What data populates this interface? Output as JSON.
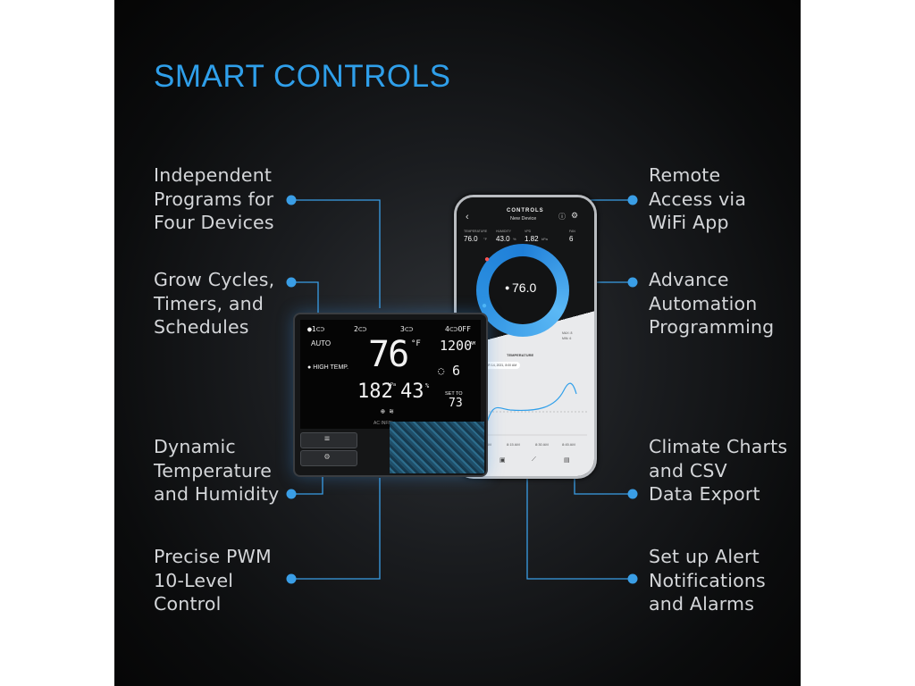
{
  "title": "SMART CONTROLS",
  "features_left": [
    {
      "lines": [
        "Independent",
        "Programs for",
        "Four Devices"
      ]
    },
    {
      "lines": [
        "Grow Cycles,",
        "Timers, and",
        "Schedules"
      ]
    },
    {
      "lines": [
        "Dynamic",
        "Temperature",
        "and Humidity"
      ]
    },
    {
      "lines": [
        "Precise PWM",
        "10-Level",
        "Control"
      ]
    }
  ],
  "features_right": [
    {
      "lines": [
        "Remote",
        "Access via",
        "WiFi App"
      ]
    },
    {
      "lines": [
        "Advance",
        "Automation",
        "Programming"
      ]
    },
    {
      "lines": [
        "Climate Charts",
        "and CSV",
        "Data Export"
      ]
    },
    {
      "lines": [
        "Set up Alert",
        "Notifications",
        "and Alarms"
      ]
    }
  ],
  "controller": {
    "ports": [
      "1",
      "2",
      "3",
      "4"
    ],
    "port4_state": "OFF",
    "mode": "AUTO",
    "trigger": "HIGH TEMP.",
    "temperature": "76",
    "temp_unit": "°F",
    "time": "1200",
    "time_suffix": "AM",
    "vpd": "182",
    "vpd_unit": "kPa",
    "humidity": "43",
    "humidity_unit": "%",
    "level": "6",
    "set_to_label": "SET TO",
    "set_to_value": "73",
    "brand": "AC INFIN"
  },
  "phone": {
    "header": "CONTROLS",
    "device": "New Device",
    "stats": [
      {
        "label": "TEMPERATURE",
        "value": "76.0",
        "unit": "°F"
      },
      {
        "label": "HUMIDITY",
        "value": "43.0",
        "unit": "%"
      },
      {
        "label": "VPD",
        "value": "1.82",
        "unit": "kPa"
      },
      {
        "label": "FAN",
        "value": "6",
        "unit": ""
      }
    ],
    "dial_value": "76.0",
    "chart_title": "TEMPERATURE",
    "chart_date": "MAR 14, 2021, 8:00 AM",
    "max_label": "MAX: 8",
    "min_label": "MIN: 6",
    "times": [
      "8:00 AM",
      "8:15 AM",
      "8:30 AM",
      "8:45 AM"
    ],
    "accent": "#2f9fea"
  },
  "colors": {
    "title": "#2f9fea",
    "text": "#d4d6d9",
    "line": "#3a9ee6"
  }
}
